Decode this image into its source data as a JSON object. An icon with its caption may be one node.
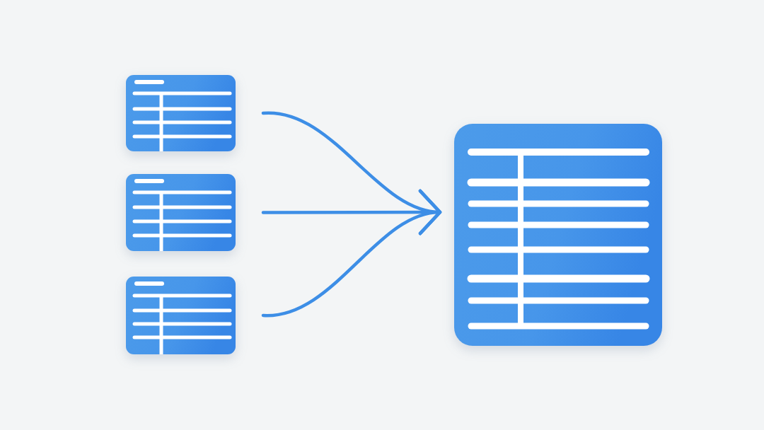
{
  "diagram": {
    "nodes": [
      {
        "text": [],
        "shape": "table"
      },
      {
        "text": [],
        "shape": "table"
      },
      {
        "text": [],
        "shape": "table"
      },
      {
        "text": [],
        "shape": "table"
      }
    ],
    "edges": [
      {
        "from": 0,
        "to": 3,
        "arrow": "to"
      },
      {
        "from": 1,
        "to": 3,
        "arrow": "to"
      },
      {
        "from": 2,
        "to": 3,
        "arrow": "to"
      }
    ]
  }
}
